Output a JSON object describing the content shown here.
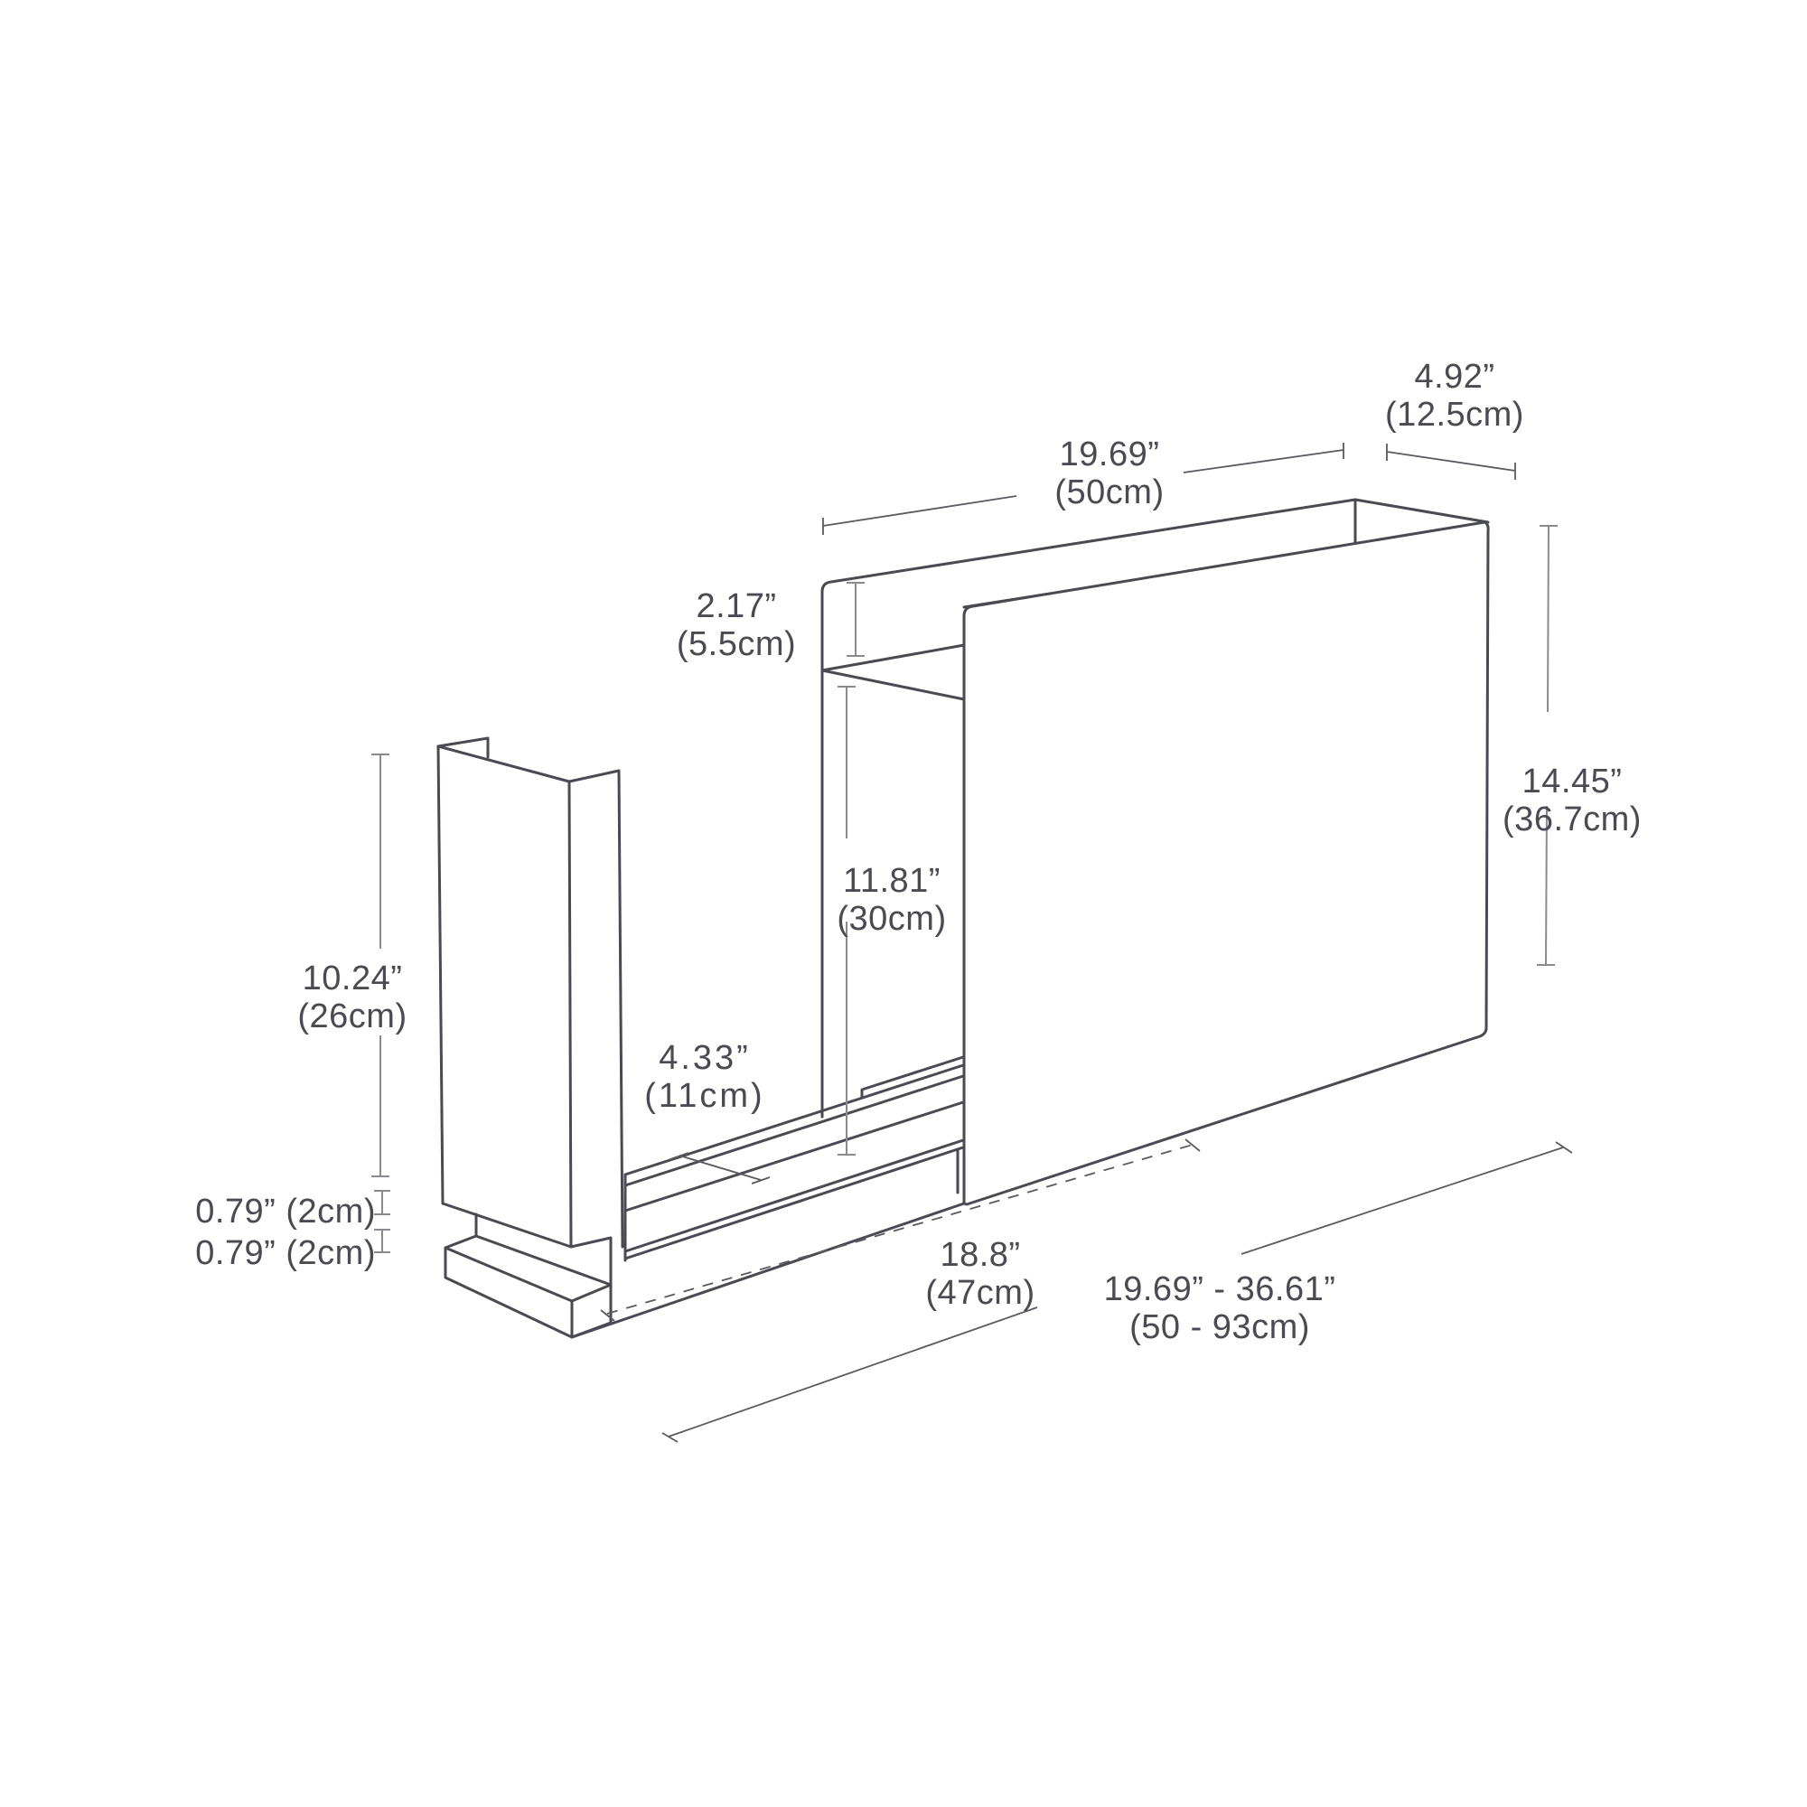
{
  "colors": {
    "line": "#4a4a52",
    "dimension_line": "#8a8a90",
    "text": "#4a4a52",
    "background": "#ffffff"
  },
  "dimensions": {
    "depth": {
      "imperial": "4.92”",
      "metric": "(12.5cm)"
    },
    "back_length": {
      "imperial": "19.69”",
      "metric": "(50cm)"
    },
    "top_slot": {
      "imperial": "2.17”",
      "metric": "(5.5cm)"
    },
    "inner_height": {
      "imperial": "11.81”",
      "metric": "(30cm)"
    },
    "total_height": {
      "imperial": "14.45”",
      "metric": "(36.7cm)"
    },
    "left_height": {
      "imperial": "10.24”",
      "metric": "(26cm)"
    },
    "inner_width": {
      "imperial": "4.33”",
      "metric": "(11cm)"
    },
    "gap_1": {
      "label": "0.79” (2cm)"
    },
    "gap_2": {
      "label": "0.79” (2cm)"
    },
    "rail_length": {
      "imperial": "18.8”",
      "metric": "(47cm)"
    },
    "extended_length": {
      "imperial": "19.69” - 36.61”",
      "metric": "(50 - 93cm)"
    }
  }
}
